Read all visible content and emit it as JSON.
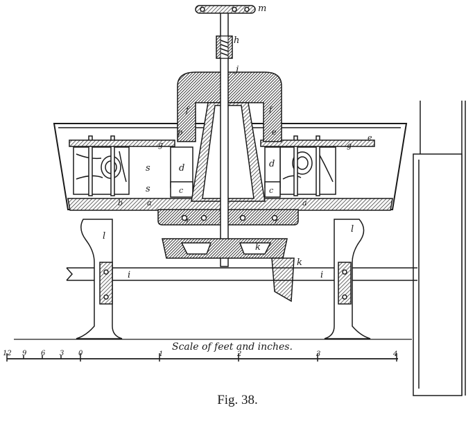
{
  "caption": "Fig. 38.",
  "scale": {
    "caption": "Scale of feet and inches.",
    "inch_ticks": [
      "12",
      "9",
      "6",
      "3",
      "0"
    ],
    "foot_ticks": [
      "1",
      "2",
      "3",
      "4"
    ]
  },
  "part_labels": {
    "m": "m",
    "h": "h",
    "j": "j",
    "f": "f",
    "p": "p",
    "e": "e",
    "g": "g",
    "s": "s",
    "d": "d",
    "c": "c",
    "b": "b",
    "a": "a",
    "r": "r",
    "l": "l",
    "k": "k",
    "i": "i"
  },
  "colors": {
    "ink": "#1a1a1a",
    "paper": "#ffffff",
    "hatch": "#555555"
  }
}
